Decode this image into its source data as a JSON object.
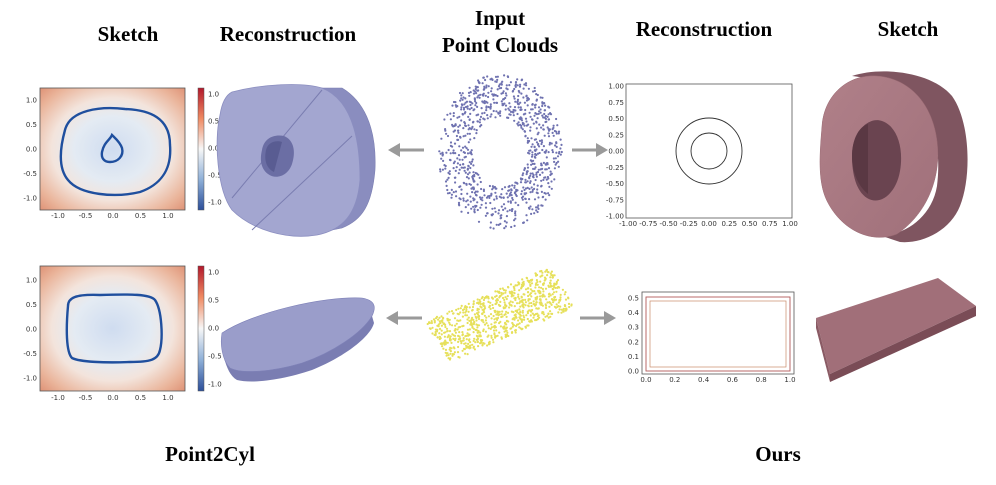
{
  "headers": {
    "left_sketch": "Sketch",
    "left_reconstruction": "Reconstruction",
    "input_line1": "Input",
    "input_line2": "Point Clouds",
    "right_reconstruction": "Reconstruction",
    "right_sketch": "Sketch"
  },
  "methods": {
    "left": "Point2Cyl",
    "right": "Ours"
  },
  "colors": {
    "reconstruction_left": "#a3a6d0",
    "sketch_right_solid": "#b8828c",
    "points_row1": "#6f72b0",
    "points_row2": "#e6e05a",
    "contour": "#1f4f9e",
    "arrow": "#9a9a9a"
  },
  "plots": {
    "heatmap_ticks": [
      "-1.0",
      "-0.5",
      "0.0",
      "0.5",
      "1.0"
    ],
    "heatmap_yticks": [
      "1.0",
      "0.5",
      "0.0",
      "-0.5",
      "-1.0"
    ],
    "colorbar_ticks": [
      "1.0",
      "0.5",
      "0.0",
      "-0.5",
      "-1.0"
    ],
    "sketch1_xticks": [
      "-1.00",
      "-0.75",
      "-0.50",
      "-0.25",
      "0.00",
      "0.25",
      "0.50",
      "0.75",
      "1.00"
    ],
    "sketch1_yticks": [
      "1.00",
      "0.75",
      "0.50",
      "0.25",
      "0.00",
      "-0.25",
      "-0.50",
      "-0.75",
      "-1.00"
    ],
    "sketch2_xticks": [
      "0.0",
      "0.2",
      "0.4",
      "0.6",
      "0.8",
      "1.0"
    ],
    "sketch2_yticks": [
      "0.5",
      "0.4",
      "0.3",
      "0.2",
      "0.1",
      "0.0"
    ]
  }
}
